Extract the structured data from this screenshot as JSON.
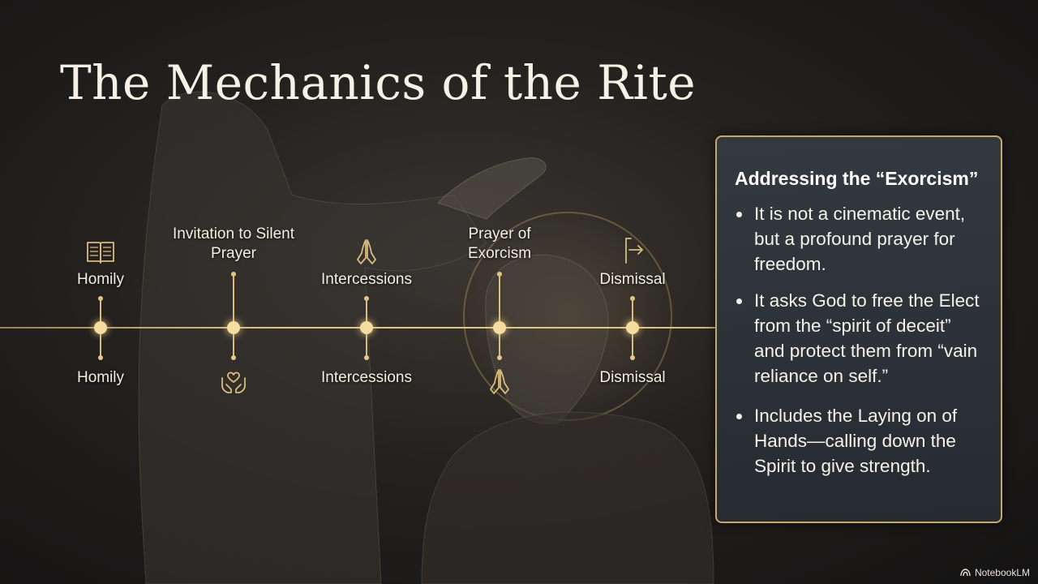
{
  "title": "The Mechanics of the Rite",
  "colors": {
    "accent_gold": "#e3c684",
    "panel_border": "#c6a866",
    "background": "#24211f"
  },
  "timeline": {
    "steps": [
      {
        "upper_label": "Homily",
        "lower_label": "Homily",
        "upper_icon": "open-book-icon",
        "lower_icon": ""
      },
      {
        "upper_label": "Invitation to Silent Prayer",
        "lower_label": "",
        "upper_icon": "",
        "lower_icon": "heart-hands-icon"
      },
      {
        "upper_label": "Intercessions",
        "lower_label": "Intercessions",
        "upper_icon": "praying-hands-icon",
        "lower_icon": ""
      },
      {
        "upper_label": "Prayer of Exorcism",
        "lower_label": "",
        "upper_icon": "",
        "lower_icon": "praying-hands-icon"
      },
      {
        "upper_label": "Dismissal",
        "lower_label": "Dismissal",
        "upper_icon": "exit-arrow-icon",
        "lower_icon": ""
      }
    ]
  },
  "panel": {
    "title": "Addressing the “Exorcism”",
    "bullets": [
      "It is not a cinematic event, but a profound prayer for freedom.",
      "It asks God to free the Elect from the “spirit of deceit” and protect them from “vain reliance on self.”",
      "Includes the Laying on of Hands—calling down the Spirit to give strength."
    ]
  },
  "brand": {
    "label": "NotebookLM",
    "icon": "notebooklm-logo-icon"
  }
}
